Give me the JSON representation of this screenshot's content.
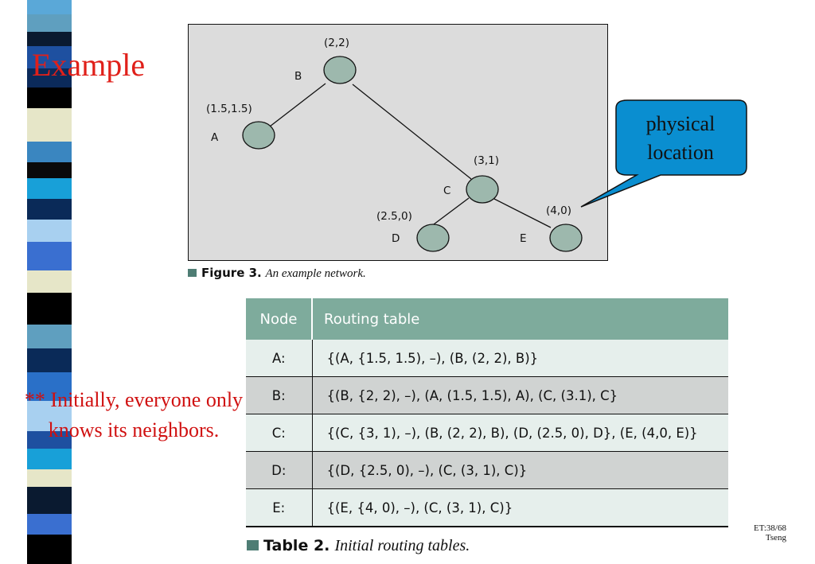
{
  "title": "Example",
  "note": "** Initially, everyone only knows its neighbors.",
  "callout": "physical location",
  "figure": {
    "caption_label": "Figure 3.",
    "caption_text": "An example network.",
    "nodes": [
      {
        "name": "A",
        "coord": "(1.5,1.5)"
      },
      {
        "name": "B",
        "coord": "(2,2)"
      },
      {
        "name": "C",
        "coord": "(3,1)"
      },
      {
        "name": "D",
        "coord": "(2.5,0)"
      },
      {
        "name": "E",
        "coord": "(4,0)"
      }
    ]
  },
  "table": {
    "caption_label": "Table 2.",
    "caption_text": "Initial routing tables.",
    "headers": [
      "Node",
      "Routing table"
    ],
    "rows": [
      [
        "A:",
        "{(A, {1.5, 1.5), –), (B, (2, 2), B)}"
      ],
      [
        "B:",
        "{(B, {2, 2), –), (A, (1.5, 1.5), A), (C, (3.1), C}"
      ],
      [
        "C:",
        "{(C, {3, 1), –), (B, (2, 2), B), (D, (2.5, 0), D}, (E, (4,0, E)}"
      ],
      [
        "D:",
        "{(D, {2.5, 0), –), (C, (3, 1), C)}"
      ],
      [
        "E:",
        "{(E, {4, 0), –), (C, (3, 1), C)}"
      ]
    ]
  },
  "footer": {
    "line1": "ET:38/68",
    "line2": "Tseng"
  },
  "colors": {
    "title": "#e0201a",
    "callout": "#0a8ed0",
    "table_header": "#7eab9c",
    "node_fill": "#9db8ad"
  }
}
